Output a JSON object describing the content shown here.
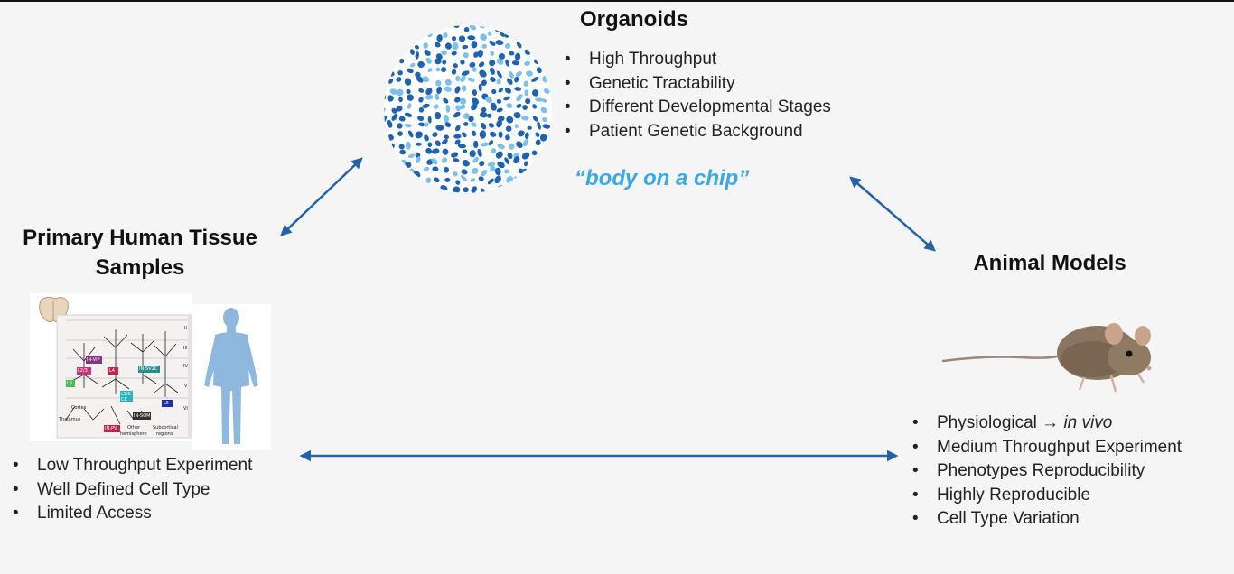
{
  "organoids": {
    "title": "Organoids",
    "bullets": [
      "High Throughput",
      "Genetic Tractability",
      "Different Developmental Stages",
      "Patient Genetic Background"
    ],
    "tagline": "“body on a chip”"
  },
  "primary_tissue": {
    "title_line1": "Primary Human Tissue",
    "title_line2": "Samples",
    "bullets": [
      "Low Throughput Experiment",
      "Well Defined Cell Type",
      "Limited Access"
    ],
    "cortex_labels": {
      "l23": "L2/3",
      "invip": "IN-VIP",
      "l4": "L4",
      "insv2c": "IN-SV2C",
      "l6": "L6",
      "l56cc": "L5/6 CC",
      "l5": "L5",
      "insom": "IN-SOM",
      "inpv": "IN-PV",
      "cortex": "Cortex",
      "thalamus": "Thalamus",
      "other": "Other",
      "hemisphere": "hemisphere",
      "subcortical": "Subcortical",
      "regions": "regions",
      "layer_ii": "II",
      "layer_iii": "III",
      "layer_iv": "IV",
      "layer_v": "V",
      "layer_vi": "VI"
    }
  },
  "animal_models": {
    "title": "Animal Models",
    "bullets": [
      {
        "text": "Physiological → ",
        "italic": "in vivo"
      },
      {
        "text": "Medium Throughput Experiment"
      },
      {
        "text": "Phenotypes Reproducibility"
      },
      {
        "text": "Highly Reproducible"
      },
      {
        "text": "Cell Type Variation"
      }
    ]
  },
  "colors": {
    "arrow": "#2563a8",
    "tagline": "#3aa9e8",
    "organoid_dark": "#1f63b0",
    "organoid_light": "#7cc0ec",
    "human_silhouette": "#8fb8de",
    "mouse": "#8a7560"
  },
  "icons": [
    "organoid-sphere-image",
    "cortex-diagram-image",
    "human-silhouette-icon",
    "mouse-image"
  ]
}
